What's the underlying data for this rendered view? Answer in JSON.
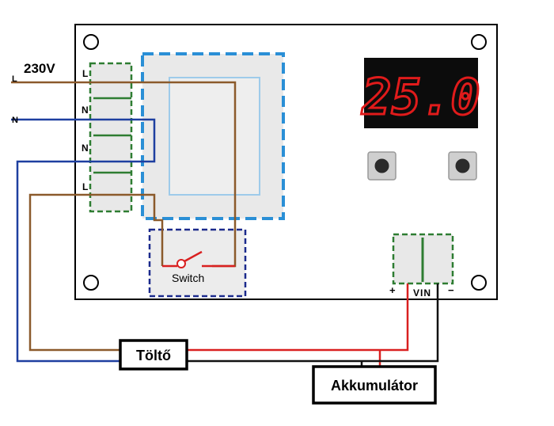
{
  "supply": {
    "voltage_label": "230V",
    "line_label": "L",
    "neutral_label": "N"
  },
  "terminal_block": {
    "pins": [
      "L",
      "N",
      "N",
      "L"
    ]
  },
  "display": {
    "value": "25.0"
  },
  "relay": {
    "switch_label": "Switch"
  },
  "vin_terminal": {
    "plus_label": "+",
    "vin_label": "VIN",
    "minus_label": "−"
  },
  "charger": {
    "label": "Töltő"
  },
  "battery": {
    "label": "Akkumulátor"
  },
  "colors": {
    "line_wire": "#8b5a2b",
    "neutral_wire": "#1e3fa0",
    "positive_wire": "#d92020",
    "negative_wire": "#111111",
    "terminal_green": "#2e7d32",
    "relay_blue": "#2a8fd6",
    "switch_navy": "#1b2a8c",
    "display_red": "#e01b1b"
  }
}
